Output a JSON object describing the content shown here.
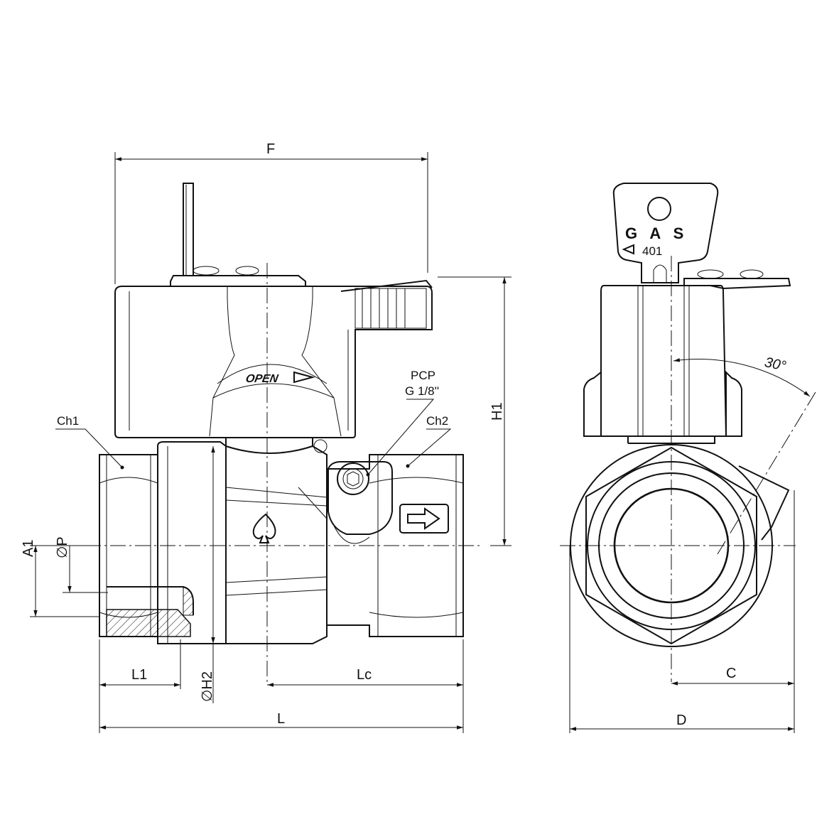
{
  "dimensions": {
    "F": "F",
    "H1": "H1",
    "A1": "A1",
    "P": "∅P",
    "L1": "L1",
    "H2": "∅H2",
    "Lc": "Lc",
    "L": "L",
    "C": "C",
    "D": "D"
  },
  "callouts": {
    "ch1": "Ch1",
    "ch2": "Ch2",
    "pcp_line1": "PCP",
    "pcp_line2": "G 1/8''"
  },
  "handle_text": "OPEN",
  "key_text": {
    "gas": "G A S",
    "number": "401"
  },
  "angle": "30°",
  "colors": {
    "line": "#111111",
    "background": "#ffffff"
  }
}
